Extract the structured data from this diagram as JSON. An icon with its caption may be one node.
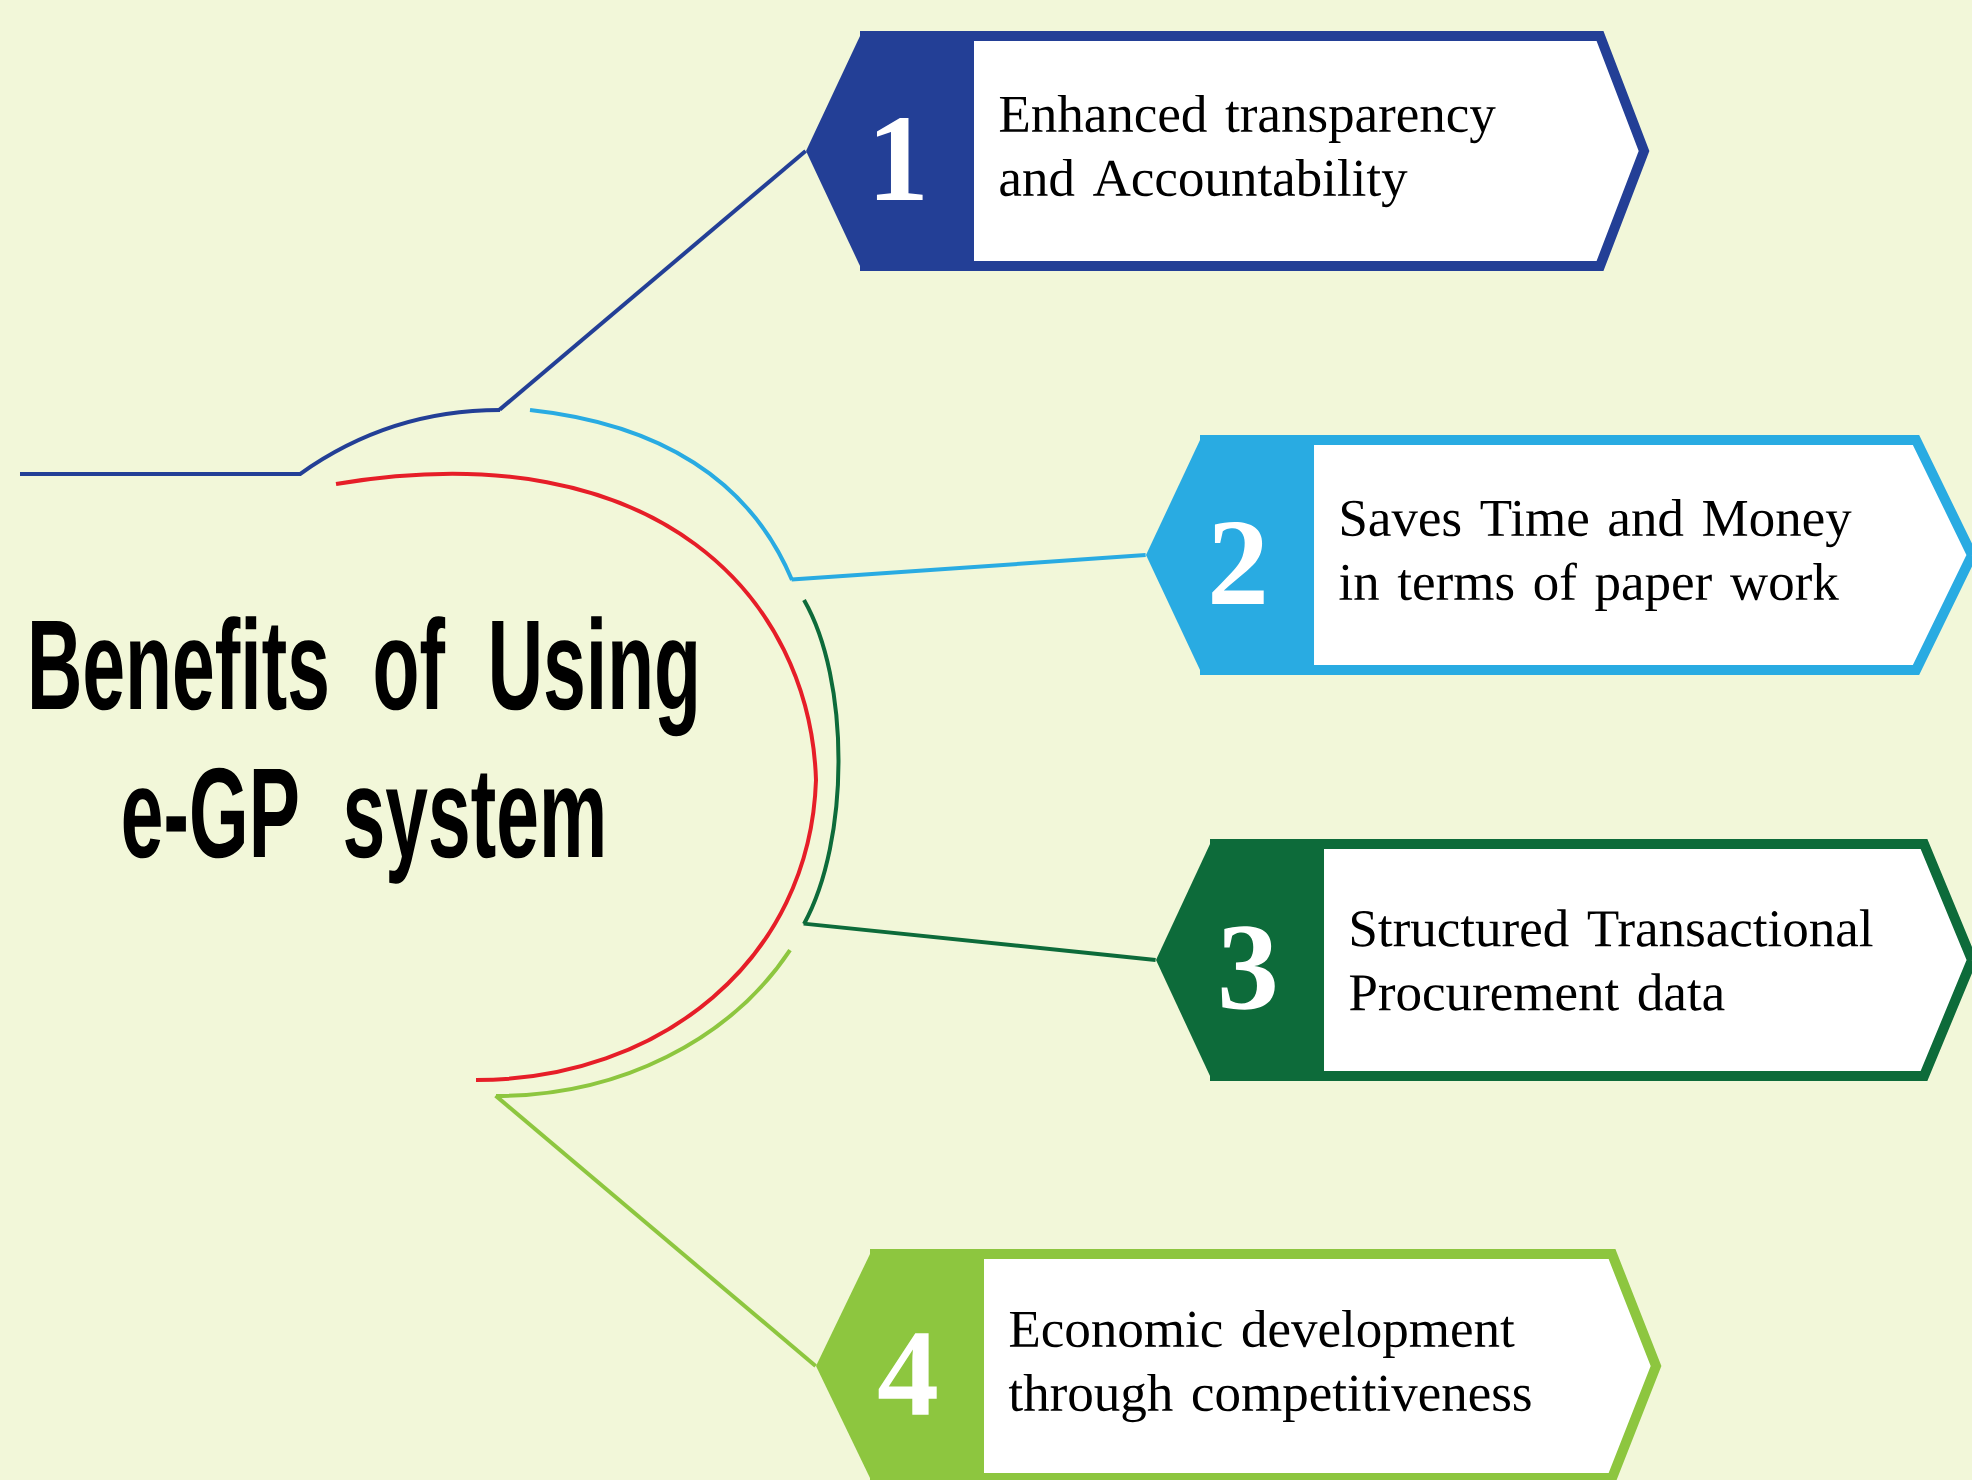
{
  "diagram": {
    "nodes": [
      {
        "text": [
          "Benefits of Using e-GP system"
        ]
      },
      {
        "text": [
          "1",
          "Enhanced transparency and Accountability"
        ]
      },
      {
        "text": [
          "2",
          "Saves Time and Money in terms of paper work"
        ]
      },
      {
        "text": [
          "3",
          "Structured Transactional Procurement data"
        ]
      },
      {
        "text": [
          "4",
          "Economic development through competitiveness"
        ]
      }
    ],
    "edges": [
      {
        "from": 0,
        "to": 1,
        "arrow": "none",
        "color": "#233f96"
      },
      {
        "from": 0,
        "to": 2,
        "arrow": "none",
        "color": "#29abe2"
      },
      {
        "from": 0,
        "to": 3,
        "arrow": "none",
        "color": "#0d6b3a"
      },
      {
        "from": 0,
        "to": 4,
        "arrow": "none",
        "color": "#8dc63f"
      }
    ]
  }
}
